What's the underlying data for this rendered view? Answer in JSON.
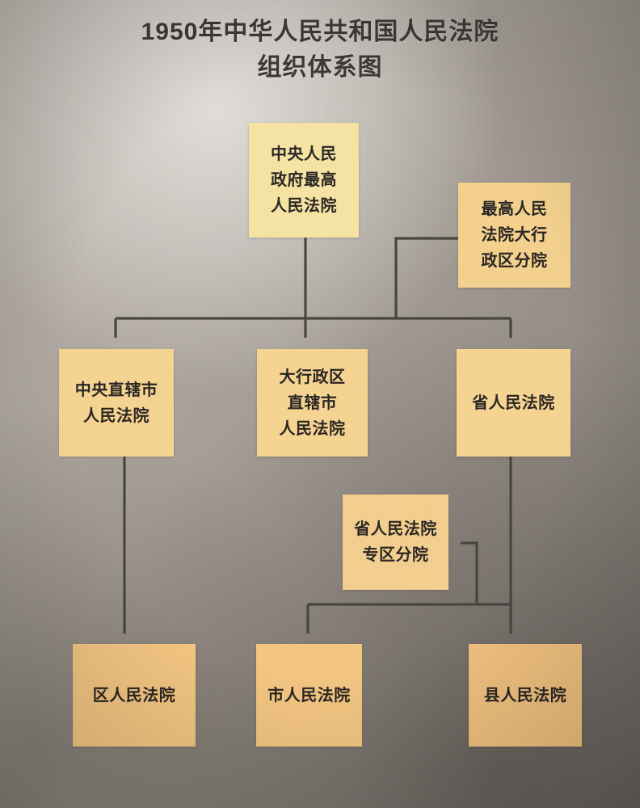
{
  "title": {
    "line1": "1950年中华人民共和国人民法院",
    "line2": "组织体系图"
  },
  "colors": {
    "box_top": "#F4E3A2",
    "box_mid": "#F5D391",
    "box_sub": "#F2CE8E",
    "box_bottom": "#F3C581",
    "connector": "#4a443f",
    "text": "#2a2623",
    "background": "#a39c94"
  },
  "nodes": {
    "supreme_court": {
      "label": "中央人民政府最高人民法院",
      "lines": [
        "中央人民",
        "政府最高",
        "人民法院"
      ]
    },
    "supreme_branch": {
      "label": "最高人民法院大行政区分院",
      "lines": [
        "最高人民",
        "法院大行",
        "政区分院"
      ]
    },
    "central_municipality_court": {
      "label": "中央直辖市人民法院",
      "lines": [
        "中央直辖市",
        "人民法院"
      ]
    },
    "greater_admin_municipality_court": {
      "label": "大行政区直辖市人民法院",
      "lines": [
        "大行政区",
        "直辖市",
        "人民法院"
      ]
    },
    "province_court": {
      "label": "省人民法院",
      "lines": [
        "省人民法院"
      ]
    },
    "province_prefecture_branch": {
      "label": "省人民法院专区分院",
      "lines": [
        "省人民法院",
        "专区分院"
      ]
    },
    "district_court": {
      "label": "区人民法院",
      "lines": [
        "区人民法院"
      ]
    },
    "city_court": {
      "label": "市人民法院",
      "lines": [
        "市人民法院"
      ]
    },
    "county_court": {
      "label": "县人民法院",
      "lines": [
        "县人民法院"
      ]
    }
  },
  "chart_data": {
    "type": "diagram",
    "title": "1950年中华人民共和国人民法院组织体系图",
    "levels": [
      {
        "level": 1,
        "nodes": [
          "中央人民政府最高人民法院",
          "最高人民法院大行政区分院"
        ]
      },
      {
        "level": 2,
        "nodes": [
          "中央直辖市人民法院",
          "大行政区直辖市人民法院",
          "省人民法院"
        ]
      },
      {
        "level": 3,
        "nodes": [
          "省人民法院专区分院"
        ]
      },
      {
        "level": 4,
        "nodes": [
          "区人民法院",
          "市人民法院",
          "县人民法院"
        ]
      }
    ],
    "edges": [
      {
        "from": "中央人民政府最高人民法院",
        "to": "中央直辖市人民法院"
      },
      {
        "from": "中央人民政府最高人民法院",
        "to": "大行政区直辖市人民法院"
      },
      {
        "from": "中央人民政府最高人民法院",
        "to": "省人民法院"
      },
      {
        "from": "最高人民法院大行政区分院",
        "to": "中央直辖市人民法院"
      },
      {
        "from": "最高人民法院大行政区分院",
        "to": "大行政区直辖市人民法院"
      },
      {
        "from": "最高人民法院大行政区分院",
        "to": "省人民法院"
      },
      {
        "from": "中央直辖市人民法院",
        "to": "区人民法院"
      },
      {
        "from": "省人民法院",
        "to": "省人民法院专区分院"
      },
      {
        "from": "省人民法院",
        "to": "市人民法院"
      },
      {
        "from": "省人民法院",
        "to": "县人民法院"
      }
    ]
  }
}
